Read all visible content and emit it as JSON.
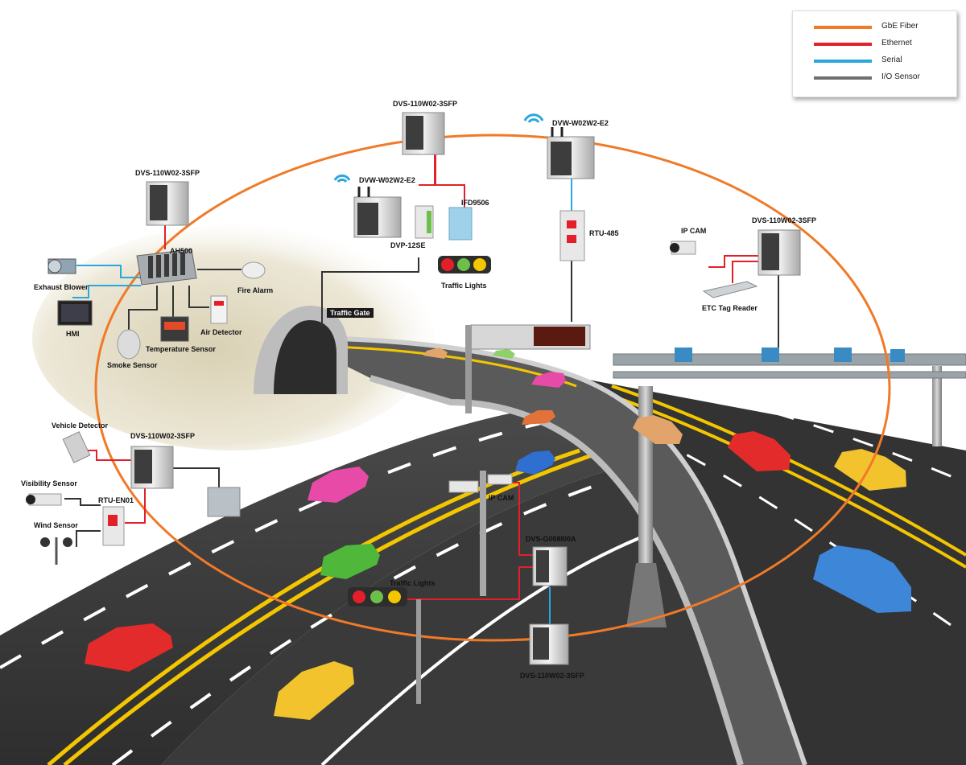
{
  "legend": {
    "items": [
      {
        "label": "GbE Fiber",
        "color": "#f07a28"
      },
      {
        "label": "Ethernet",
        "color": "#e3202a"
      },
      {
        "label": "Serial",
        "color": "#2aa7de"
      },
      {
        "label": "I/O Sensor",
        "color": "#707070"
      }
    ]
  },
  "labels": {
    "switch_top": "DVS-110W02-3SFP",
    "switch_top_left": "DVS-110W02-3SFP",
    "switch_right": "DVS-110W02-3SFP",
    "switch_left": "DVS-110W02-3SFP",
    "switch_bottom": "DVS-110W02-3SFP",
    "wireless_left": "DVW-W02W2-E2",
    "wireless_right": "DVW-W02W2-E2",
    "ifd": "IFD9506",
    "dvp": "DVP-12SE",
    "traffic_lights_top": "Traffic Lights",
    "traffic_lights_bottom": "Traffic Lights",
    "rtu485": "RTU-485",
    "ip_cam_right": "IP CAM",
    "ip_cam_road": "IP CAM",
    "etc_reader": "ETC Tag Reader",
    "ah500": "AH500",
    "exhaust": "Exhaust Blower",
    "fire_alarm": "Fire Alarm",
    "hmi": "HMI",
    "air_detector": "Air Detector",
    "temp_sensor": "Temperature Sensor",
    "smoke_sensor": "Smoke Sensor",
    "traffic_gate": "Traffic Gate",
    "vehicle_detector": "Vehicle Detector",
    "visibility_sensor": "Visibility Sensor",
    "rtu_en01": "RTU-EN01",
    "wind_sensor": "Wind Sensor",
    "dvs_g008": "DVS-G008I00A"
  }
}
